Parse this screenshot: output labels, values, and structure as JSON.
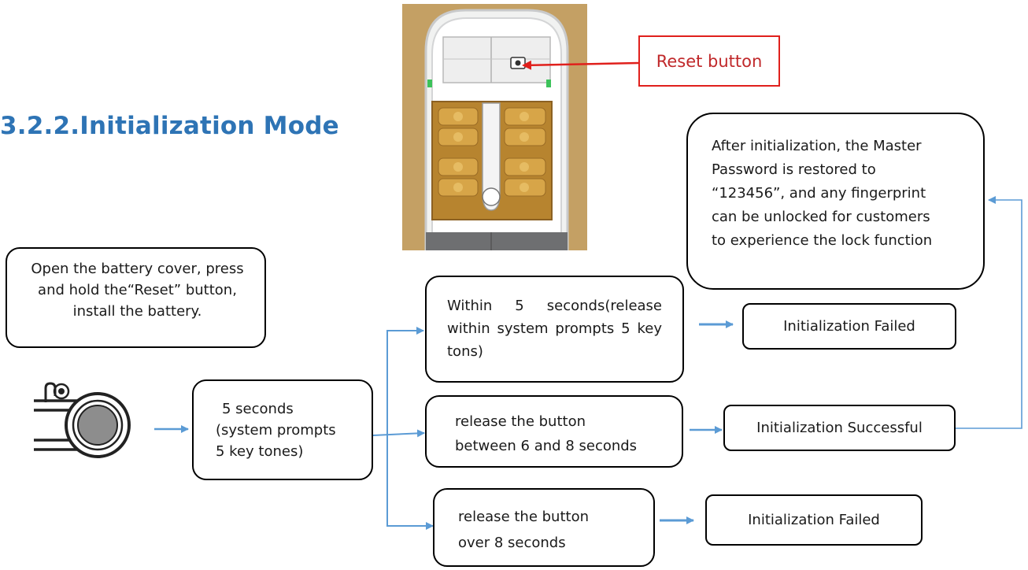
{
  "title": "3.2.2.Initialization Mode",
  "callout": {
    "label": "Reset button"
  },
  "steps": {
    "open_cover": "Open the battery cover, press and hold the“Reset” button, install the battery.",
    "five_seconds": [
      "5 seconds",
      "(system prompts",
      "5 key tones)"
    ],
    "within_5": "Within 5 seconds(release within system prompts 5 key tons)",
    "between_6_8": [
      "release the button",
      "between 6 and 8 seconds"
    ],
    "over_8": [
      "release the button",
      "over 8 seconds"
    ],
    "result_failed_top": "Initialization Failed",
    "result_success": "Initialization Successful",
    "result_failed_bottom": "Initialization Failed",
    "after_init": [
      "After initialization, the Master",
      "Password is restored to",
      "“123456”, and any fingerprint",
      "can be unlocked for customers",
      "to experience the lock function"
    ]
  },
  "colors": {
    "title": "#2e74b5",
    "arrow": "#5b9bd5",
    "callout_border": "#e0201c",
    "callout_text": "#c0282a",
    "wood": "#c9a46a"
  },
  "icons": {
    "press": "finger-press-button-icon",
    "lock_photo": "lock-battery-compartment-photo"
  }
}
